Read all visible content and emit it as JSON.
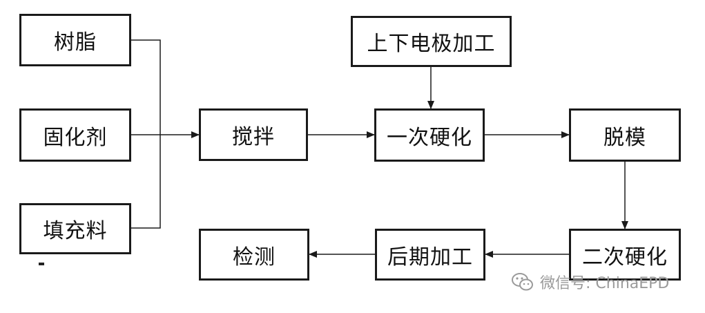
{
  "nodes": {
    "resin": "树脂",
    "curing_agent": "固化剂",
    "filler": "填充料",
    "stirring": "搅拌",
    "electrode_processing": "上下电极加工",
    "primary_curing": "一次硬化",
    "demolding": "脱模",
    "secondary_curing": "二次硬化",
    "post_processing": "后期加工",
    "inspection": "检测"
  },
  "watermark": {
    "text": "微信号: ChinaEPD",
    "icon": "wechat-icon"
  },
  "colors": {
    "line": "#1a1a1a",
    "watermark": "#9a9a9a"
  }
}
